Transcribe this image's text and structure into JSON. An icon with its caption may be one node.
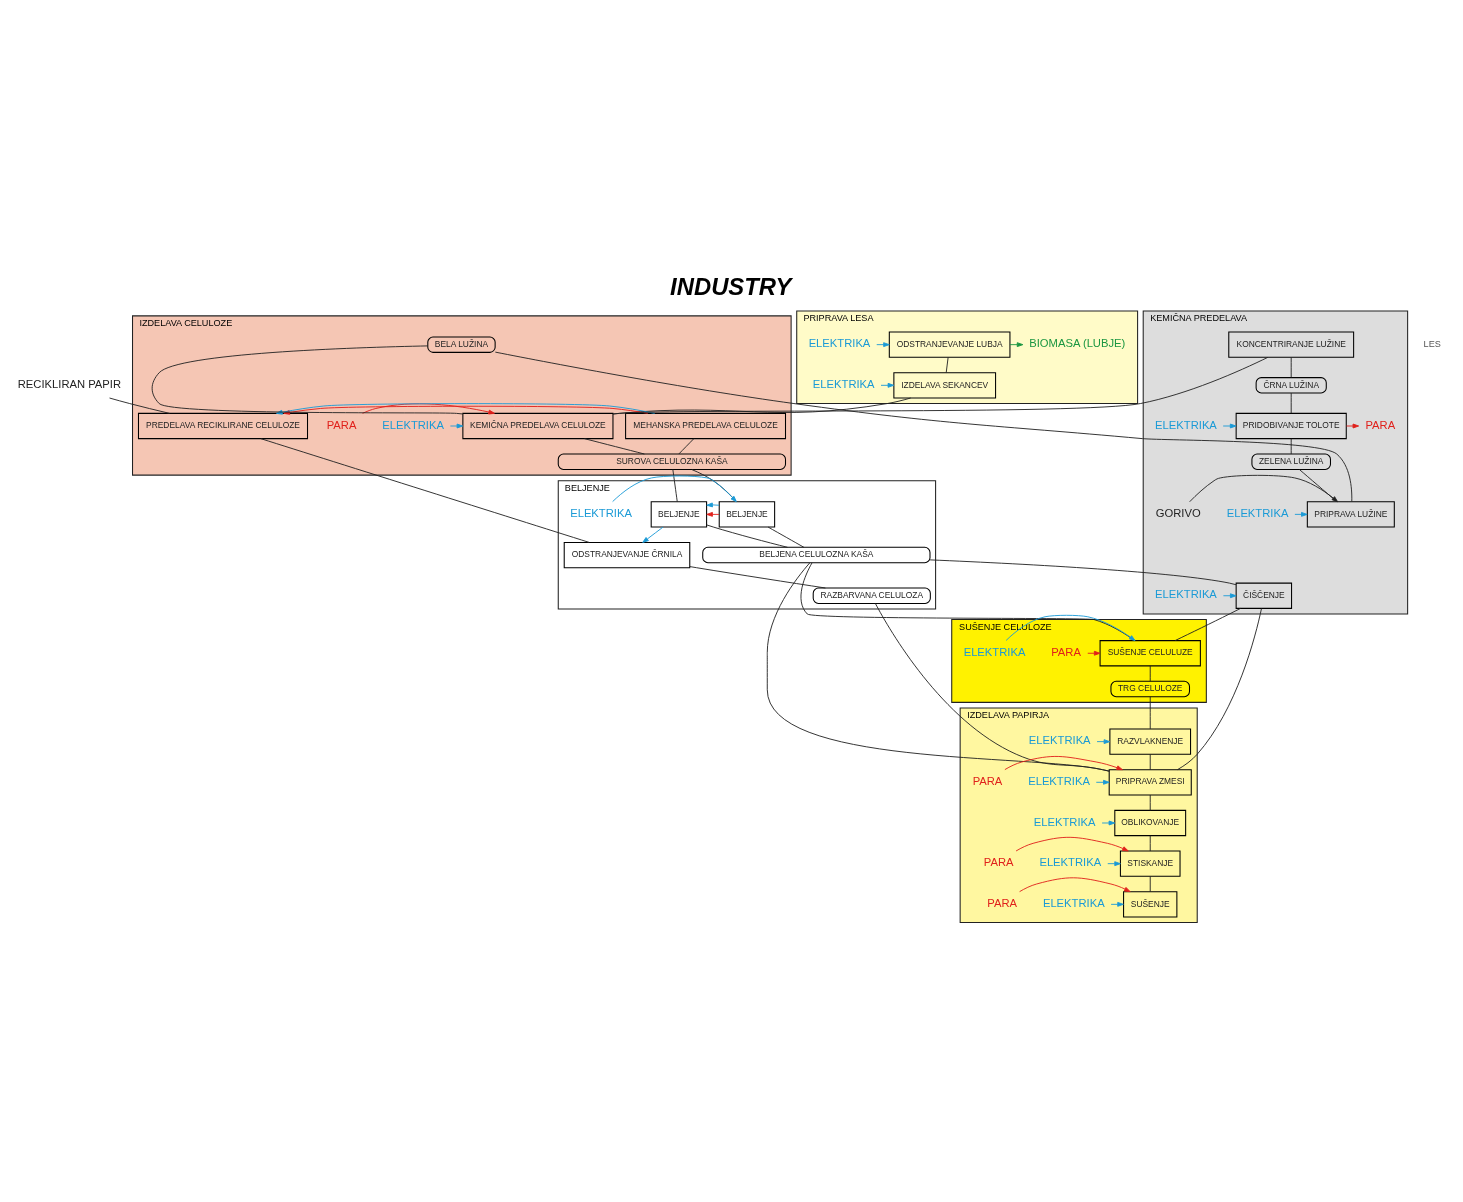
{
  "diagram": {
    "title": "INDUSTRY",
    "nodes": [
      {
        "text": [
          "PRIPRAVA LESA"
        ]
      },
      {
        "text": [
          "BIOMASA (LUBJE)"
        ],
        "in": 0
      },
      {
        "text": [
          "ELEKTRIKA"
        ],
        "in": 0
      },
      {
        "text": [
          "ELEKTRIKA"
        ],
        "in": 0
      },
      {
        "text": [
          "ODSTRANJEVANJE LUBJA"
        ],
        "in": 0
      },
      {
        "text": [
          "IZDELAVA SEKANCEV"
        ],
        "in": 0
      },
      {
        "text": [
          "IZDELAVA CELULOZE"
        ]
      },
      {
        "text": [
          "PARA"
        ],
        "in": 6
      },
      {
        "text": [
          "ELEKTRIKA"
        ],
        "in": 6
      },
      {
        "text": [
          "KEMIČNA PREDELAVA CELULOZE"
        ],
        "in": 6
      },
      {
        "text": [
          "MEHANSKA PREDELAVA CELULOZE"
        ],
        "in": 6
      },
      {
        "text": [
          "PREDELAVA RECIKLIRANE CELULOZE"
        ],
        "in": 6
      },
      {
        "text": [
          "BELA LUŽINA"
        ],
        "in": 6
      },
      {
        "text": [
          "SUROVA CELULOZNA KAŠA"
        ],
        "in": 6
      },
      {
        "text": [
          "BELJENJE"
        ]
      },
      {
        "text": [
          "ELEKTRIKA"
        ],
        "in": 14
      },
      {
        "text": [
          "BELJENJE"
        ],
        "in": 14
      },
      {
        "text": [
          "BELJENJE"
        ],
        "in": 14
      },
      {
        "text": [
          "ODSTRANJEVANJE ČRNILA"
        ],
        "in": 14
      },
      {
        "text": [
          "BELJENA CELULOZNA KAŠA"
        ],
        "in": 14
      },
      {
        "text": [
          "RAZBARVANA CELULOZA"
        ],
        "in": 14
      },
      {
        "text": [
          "KEMIČNA PREDELAVA"
        ]
      },
      {
        "text": [
          "ELEKTRIKA"
        ],
        "in": 21
      },
      {
        "text": [
          "ČIŠČENJE"
        ],
        "in": 21
      },
      {
        "text": [
          "KONCENTRIRANJE LUŽINE"
        ],
        "in": 21
      },
      {
        "text": [
          "ČRNA LUŽINA"
        ],
        "in": 21
      },
      {
        "text": [
          "PARA"
        ],
        "in": 21
      },
      {
        "text": [
          "ELEKTRIKA"
        ],
        "in": 21
      },
      {
        "text": [
          "PRIDOBIVANJE TOLOTE"
        ],
        "in": 21
      },
      {
        "text": [
          "ZELENA LUŽINA"
        ],
        "in": 21
      },
      {
        "text": [
          "GORIVO"
        ],
        "in": 21
      },
      {
        "text": [
          "ELEKTRIKA"
        ],
        "in": 21
      },
      {
        "text": [
          "PRIPRAVA LUŽINE"
        ],
        "in": 21
      },
      {
        "text": [
          "SUŠENJE CELULOZE"
        ]
      },
      {
        "text": [
          "PARA"
        ],
        "in": 33
      },
      {
        "text": [
          "ELEKTRIKA"
        ],
        "in": 33
      },
      {
        "text": [
          "SUŠENJE CELULUZE"
        ],
        "in": 33
      },
      {
        "text": [
          "TRG CELULOZE"
        ],
        "in": 33
      },
      {
        "text": [
          "IZDELAVA PAPIRJA"
        ]
      },
      {
        "text": [
          "ELEKTRIKA"
        ],
        "in": 38
      },
      {
        "text": [
          "RAZVLAKNENJE"
        ],
        "in": 38
      },
      {
        "text": [
          "PARA"
        ],
        "in": 38
      },
      {
        "text": [
          "ELEKTRIKA"
        ],
        "in": 38
      },
      {
        "text": [
          "PRIPRAVA ZMESI"
        ],
        "in": 38
      },
      {
        "text": [
          "ELEKTRIKA"
        ],
        "in": 38
      },
      {
        "text": [
          "OBLIKOVANJE"
        ],
        "in": 38
      },
      {
        "text": [
          "PARA"
        ],
        "in": 38
      },
      {
        "text": [
          "ELEKTRIKA"
        ],
        "in": 38
      },
      {
        "text": [
          "STISKANJE"
        ],
        "in": 38
      },
      {
        "text": [
          "PARA"
        ],
        "in": 38
      },
      {
        "text": [
          "ELEKTRIKA"
        ],
        "in": 38
      },
      {
        "text": [
          "SUŠENJE"
        ],
        "in": 38
      },
      {
        "text": [
          "RECIKLIRAN PAPIR"
        ]
      }
    ],
    "edges": [
      {
        "from": 4,
        "to": 1,
        "arrow": "to",
        "color": "#1a9641"
      },
      {
        "from": 2,
        "to": 4,
        "arrow": "to",
        "color": "#1a9ad6"
      },
      {
        "from": 3,
        "to": 5,
        "arrow": "to",
        "color": "#1a9ad6"
      },
      {
        "from": 4,
        "to": 5,
        "arrow": "none"
      },
      {
        "from": 5,
        "to": 9,
        "arrow": "none"
      },
      {
        "from": 7,
        "to": 9,
        "arrow": "to",
        "color": "#e0201b"
      },
      {
        "from": 8,
        "to": 9,
        "arrow": "to",
        "color": "#1a9ad6"
      },
      {
        "from": 52,
        "to": 11,
        "arrow": "none"
      },
      {
        "from": 10,
        "to": 11,
        "arrow": "to",
        "color": "#e0201b"
      },
      {
        "from": 10,
        "to": 11,
        "arrow": "to",
        "color": "#1a9ad6"
      },
      {
        "from": 12,
        "to": 9,
        "arrow": "none"
      },
      {
        "from": 24,
        "to": 9,
        "arrow": "none"
      },
      {
        "from": 9,
        "to": 13,
        "arrow": "none"
      },
      {
        "from": 10,
        "to": 13,
        "arrow": "none"
      },
      {
        "from": 13,
        "to": 16,
        "arrow": "none"
      },
      {
        "from": 13,
        "to": 17,
        "arrow": "none"
      },
      {
        "from": 15,
        "to": 16,
        "arrow": "to",
        "color": "#1a9ad6"
      },
      {
        "from": 16,
        "to": 17,
        "arrow": "to",
        "color": "#e0201b"
      },
      {
        "from": 16,
        "to": 17,
        "arrow": "to",
        "color": "#1a9ad6"
      },
      {
        "from": 11,
        "to": 18,
        "arrow": "none"
      },
      {
        "from": 17,
        "to": 18,
        "arrow": "to",
        "color": "#1a9ad6"
      },
      {
        "from": 18,
        "to": 20,
        "arrow": "none"
      },
      {
        "from": 16,
        "to": 19,
        "arrow": "none"
      },
      {
        "from": 17,
        "to": 19,
        "arrow": "none"
      },
      {
        "from": 19,
        "to": 23,
        "arrow": "none"
      },
      {
        "from": 22,
        "to": 23,
        "arrow": "to",
        "color": "#1a9ad6"
      },
      {
        "from": 23,
        "to": 36,
        "arrow": "none"
      },
      {
        "from": 23,
        "to": 43,
        "arrow": "none"
      },
      {
        "from": 19,
        "to": 36,
        "arrow": "none"
      },
      {
        "from": 19,
        "to": 43,
        "arrow": "none"
      },
      {
        "from": 20,
        "to": 43,
        "arrow": "none"
      },
      {
        "from": 24,
        "to": 25,
        "arrow": "none"
      },
      {
        "from": 25,
        "to": 28,
        "arrow": "none"
      },
      {
        "from": 28,
        "to": 26,
        "arrow": "to",
        "color": "#e0201b"
      },
      {
        "from": 27,
        "to": 28,
        "arrow": "to",
        "color": "#1a9ad6"
      },
      {
        "from": 28,
        "to": 29,
        "arrow": "none"
      },
      {
        "from": 29,
        "to": 32,
        "arrow": "none"
      },
      {
        "from": 30,
        "to": 32,
        "arrow": "to"
      },
      {
        "from": 31,
        "to": 32,
        "arrow": "to",
        "color": "#1a9ad6"
      },
      {
        "from": 32,
        "to": 12,
        "arrow": "none"
      },
      {
        "from": 34,
        "to": 36,
        "arrow": "to",
        "color": "#e0201b"
      },
      {
        "from": 35,
        "to": 36,
        "arrow": "to",
        "color": "#1a9ad6"
      },
      {
        "from": 36,
        "to": 37,
        "arrow": "none"
      },
      {
        "from": 37,
        "to": 40,
        "arrow": "none"
      },
      {
        "from": 39,
        "to": 40,
        "arrow": "to",
        "color": "#1a9ad6"
      },
      {
        "from": 40,
        "to": 43,
        "arrow": "none"
      },
      {
        "from": 41,
        "to": 43,
        "arrow": "to",
        "color": "#e0201b"
      },
      {
        "from": 42,
        "to": 43,
        "arrow": "to",
        "color": "#1a9ad6"
      },
      {
        "from": 43,
        "to": 45,
        "arrow": "none"
      },
      {
        "from": 44,
        "to": 45,
        "arrow": "to",
        "color": "#1a9ad6"
      },
      {
        "from": 45,
        "to": 48,
        "arrow": "none"
      },
      {
        "from": 46,
        "to": 48,
        "arrow": "to",
        "color": "#e0201b"
      },
      {
        "from": 47,
        "to": 48,
        "arrow": "to",
        "color": "#1a9ad6"
      },
      {
        "from": 48,
        "to": 51,
        "arrow": "none"
      },
      {
        "from": 49,
        "to": 51,
        "arrow": "to",
        "color": "#e0201b"
      },
      {
        "from": 50,
        "to": 51,
        "arrow": "to",
        "color": "#1a9ad6"
      }
    ],
    "labels": [
      "LES"
    ]
  }
}
